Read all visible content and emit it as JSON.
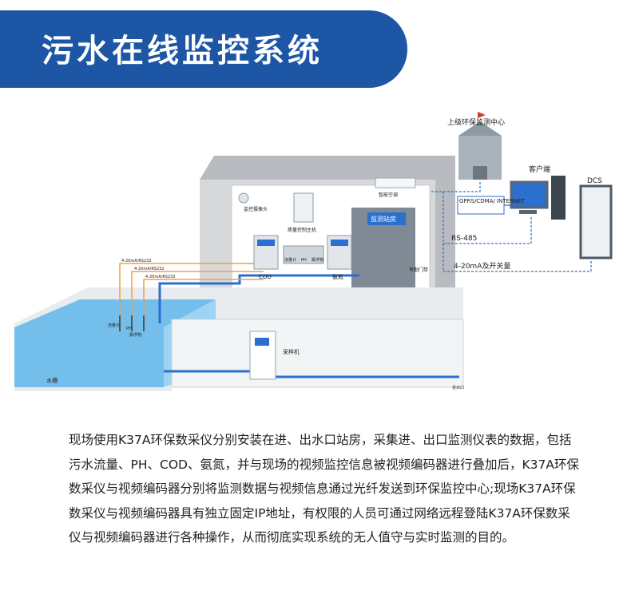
{
  "header": {
    "title": "污水在线监控系统"
  },
  "diagram": {
    "labels": {
      "monitor_center": "上级环保监测中心",
      "client": "客户端",
      "dcs": "DCS",
      "network": "GPRS/CDMA/\nINTERNET",
      "rs485": "RS-485",
      "analog": "4-20mA及开关量",
      "camera": "监控摄像头",
      "ac": "智能空调",
      "controller": "质量控制主机",
      "station": "监测站房",
      "door": "考勤门禁",
      "flowmeter_inst": "流量计",
      "ph_inst": "PH",
      "float_inst": "飘浮物",
      "cod": "COD",
      "ammonia": "氨氮",
      "line1": "4-20mA/RS232",
      "line2": "4-20mA/RS232",
      "line3": "4-20mA/RS232",
      "flowmeter_sensor": "流量计",
      "ph_sensor": "PH",
      "float_sensor": "飘浮物",
      "sampler": "采样机",
      "tank": "水槽",
      "outlet": "进水口"
    }
  },
  "description": "现场使用K37A环保数采仪分别安装在进、出水口站房，采集进、出口监测仪表的数据，包括污水流量、PH、COD、氨氮，并与现场的视频监控信息被视频编码器进行叠加后，K37A环保数采仪与视频编码器分别将监测数据与视频信息通过光纤发送到环保监控中心;现场K37A环保数采仪与视频编码器具有独立固定IP地址，有权限的人员可通过网络远程登陆K37A环保数采仪与视频编码器进行各种操作，从而彻底实现系统的无人值守与实时监测的目的。",
  "colors": {
    "banner": "#1c56a4",
    "water": "#5fb6ea",
    "signal_line": "#f0a040",
    "pipe": "#2b6fcf"
  }
}
